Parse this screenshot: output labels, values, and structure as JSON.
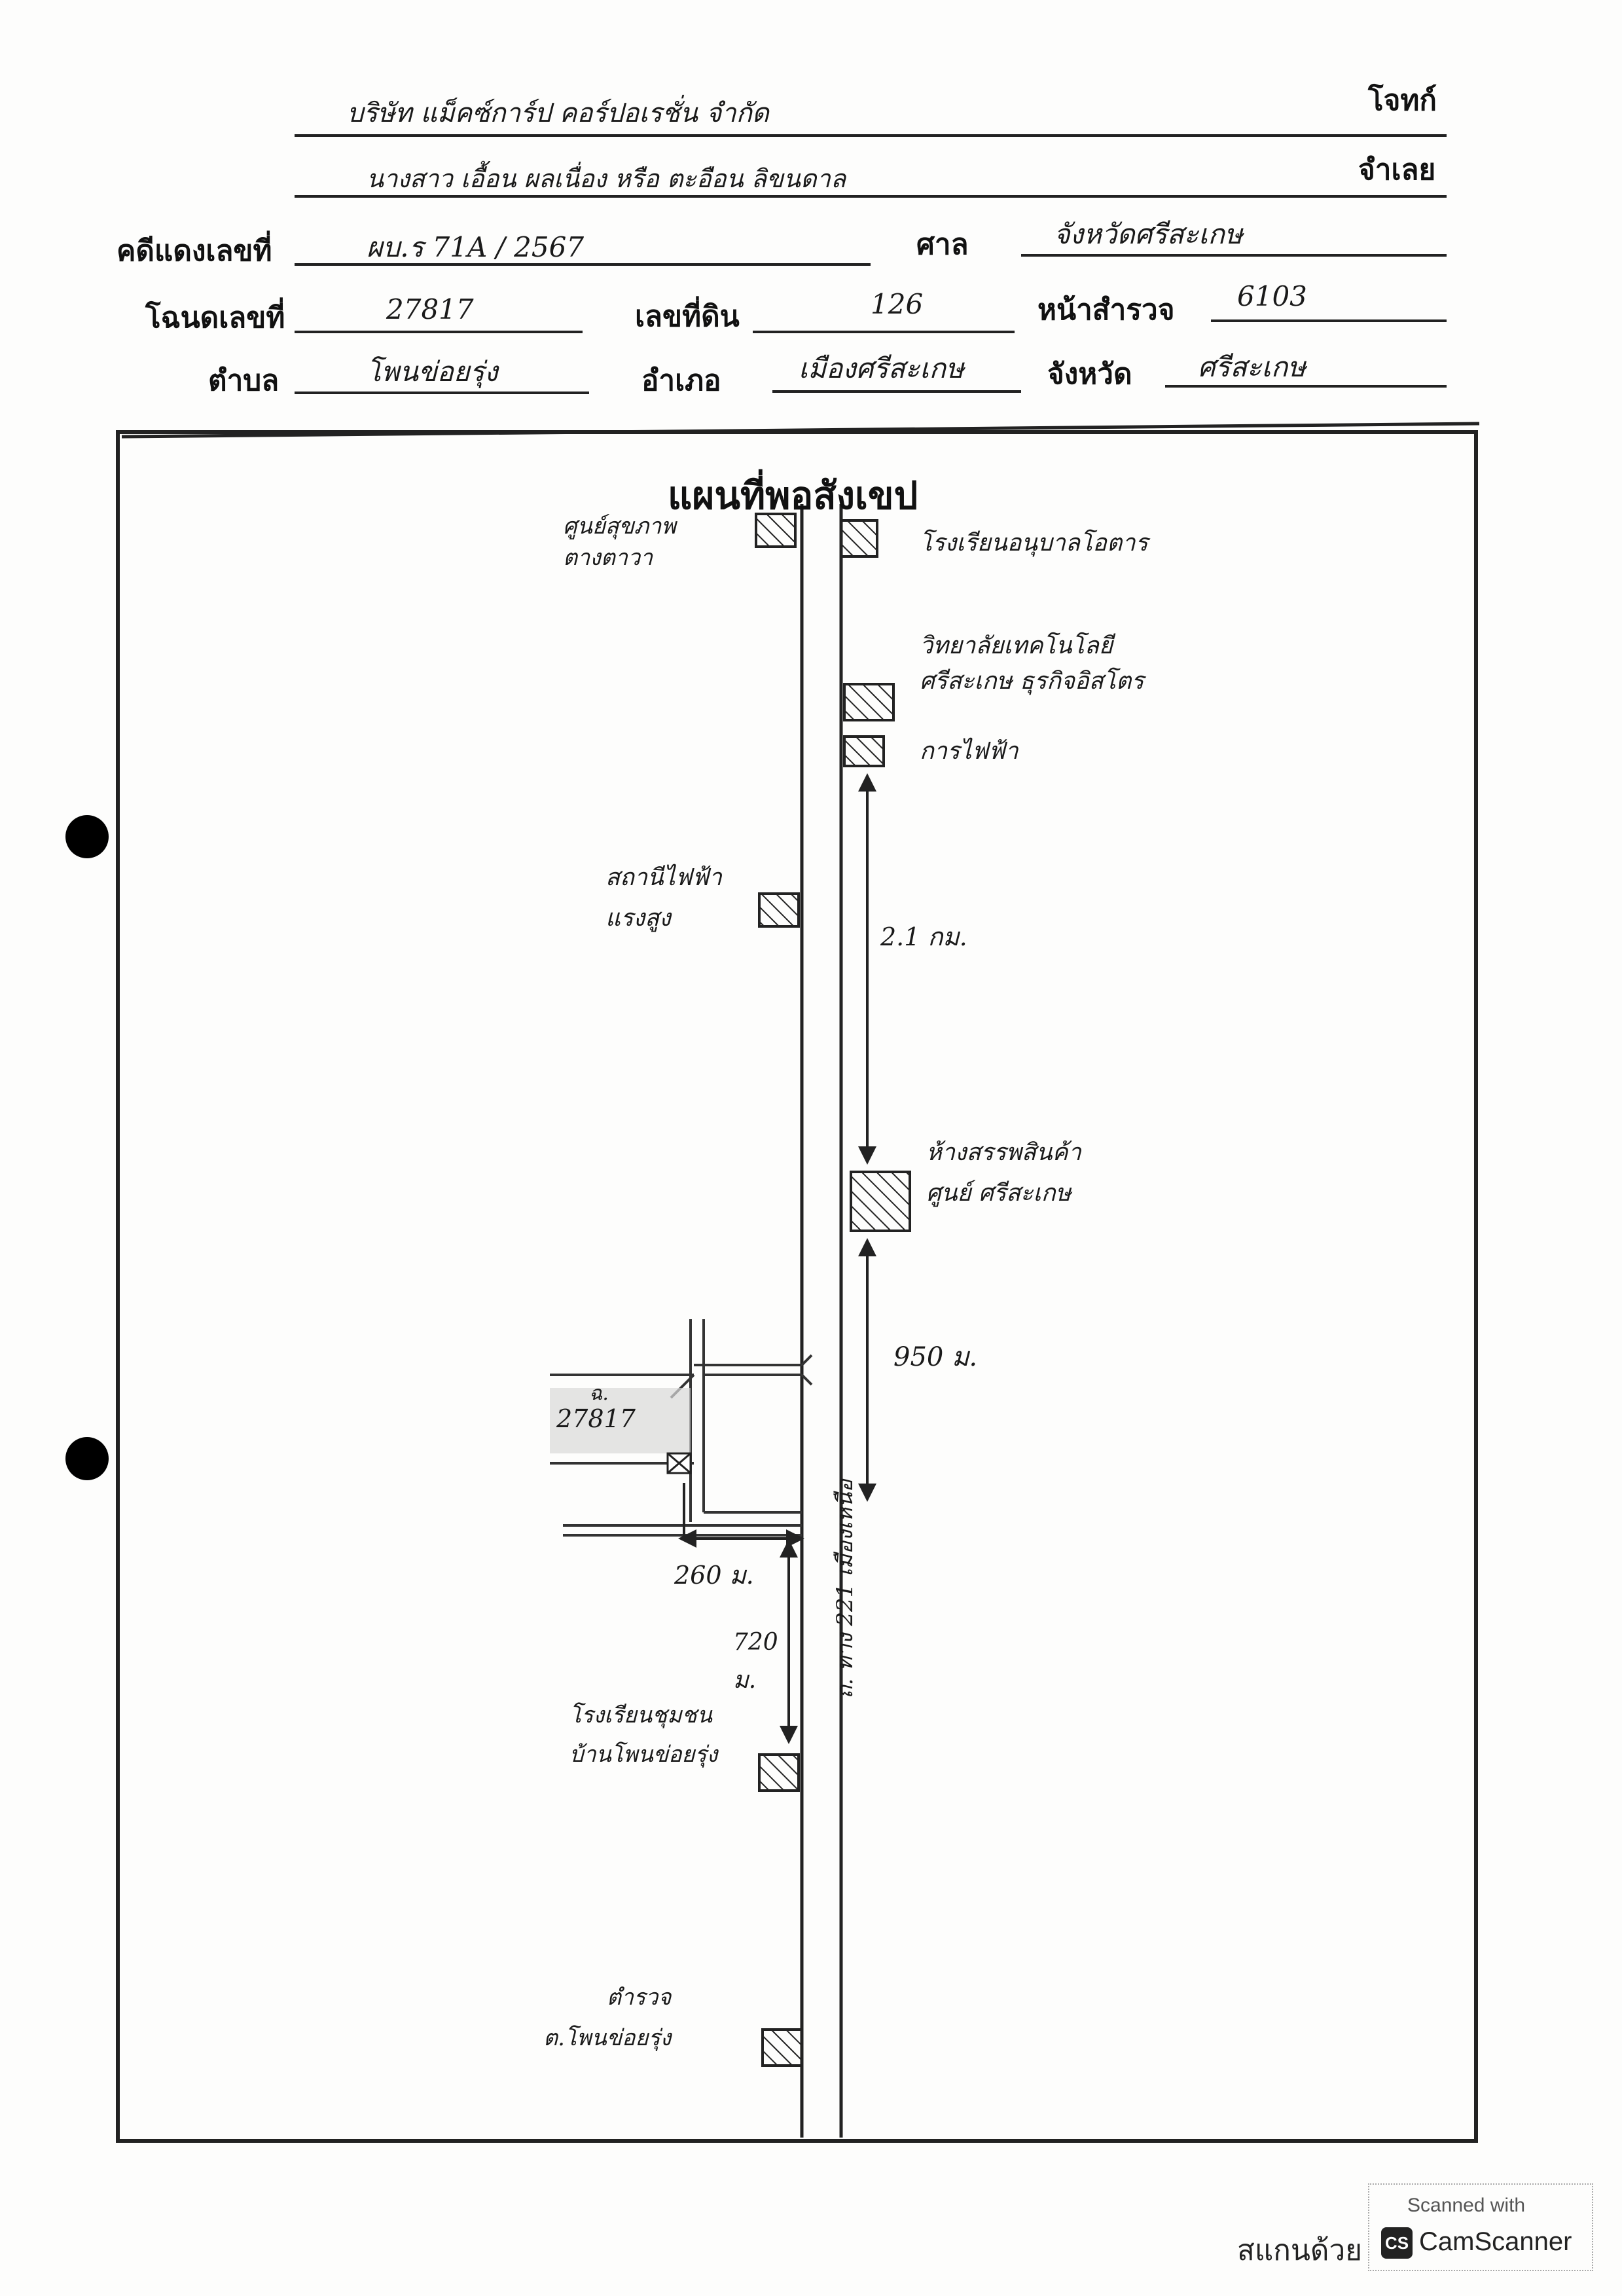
{
  "header": {
    "plaintiff_value": "บริษัท แม็คซ์การ์ป คอร์ปอเรชั่น จำกัด",
    "plaintiff_label": "โจทก์",
    "defendant_value": "นางสาว เอื้อน ผลเนื่อง หรือ ตะอือน ลิขนดาล",
    "defendant_label": "จำเลย",
    "case_no_label": "คดีแดงเลขที่",
    "case_no_value": "ผบ.ร 71A / 2567",
    "court_label": "ศาล",
    "court_value": "จังหวัดศรีสะเกษ",
    "deed_no_label": "โฉนดเลขที่",
    "deed_no_value": "27817",
    "land_no_label": "เลขที่ดิน",
    "land_no_value": "126",
    "survey_page_label": "หน้าสำรวจ",
    "survey_page_value": "6103",
    "subdistrict_label": "ตำบล",
    "subdistrict_value": "โพนข่อยรุ่ง",
    "district_label": "อำเภอ",
    "district_value": "เมืองศรีสะเกษ",
    "province_label": "จังหวัด",
    "province_value": "ศรีสะเกษ"
  },
  "map": {
    "title": "แผนที่พอสังเขป",
    "landmarks": {
      "health_center": "ศูนย์สุขภาพ\nตางตาวา",
      "school_top": "โรงเรียนอนุบาลโอตาร",
      "university": "วิทยาลัยเทคโนโลยี\nศรีสะเกษ ธุรกิจอิสโตร",
      "electricity": "การไฟฟ้า",
      "power_station": "สถานีไฟฟ้า\nแรงสูง",
      "shopping_center": "ห้างสรรพสินค้า\nศูนย์ ศรีสะเกษ",
      "school_bottom": "โรงเรียนชุมชน\nบ้านโพนข่อยรุ่ง",
      "police": "ตำรวจ\nต.โพนข่อยรุ่ง"
    },
    "distances": {
      "d1": "2.1 กม.",
      "d2": "950 ม.",
      "d3": "260 ม.",
      "d4": "720\nม."
    },
    "road_label": "ถ. ทาง 221 เมืองเหนือ",
    "parcel_label_top": "ฉ.",
    "parcel_label_no": "27817"
  },
  "footer": {
    "scanned_with": "Scanned with",
    "camscanner": "CamScanner",
    "thai_scan": "สแกนด้วย",
    "cs_badge": "CS"
  }
}
